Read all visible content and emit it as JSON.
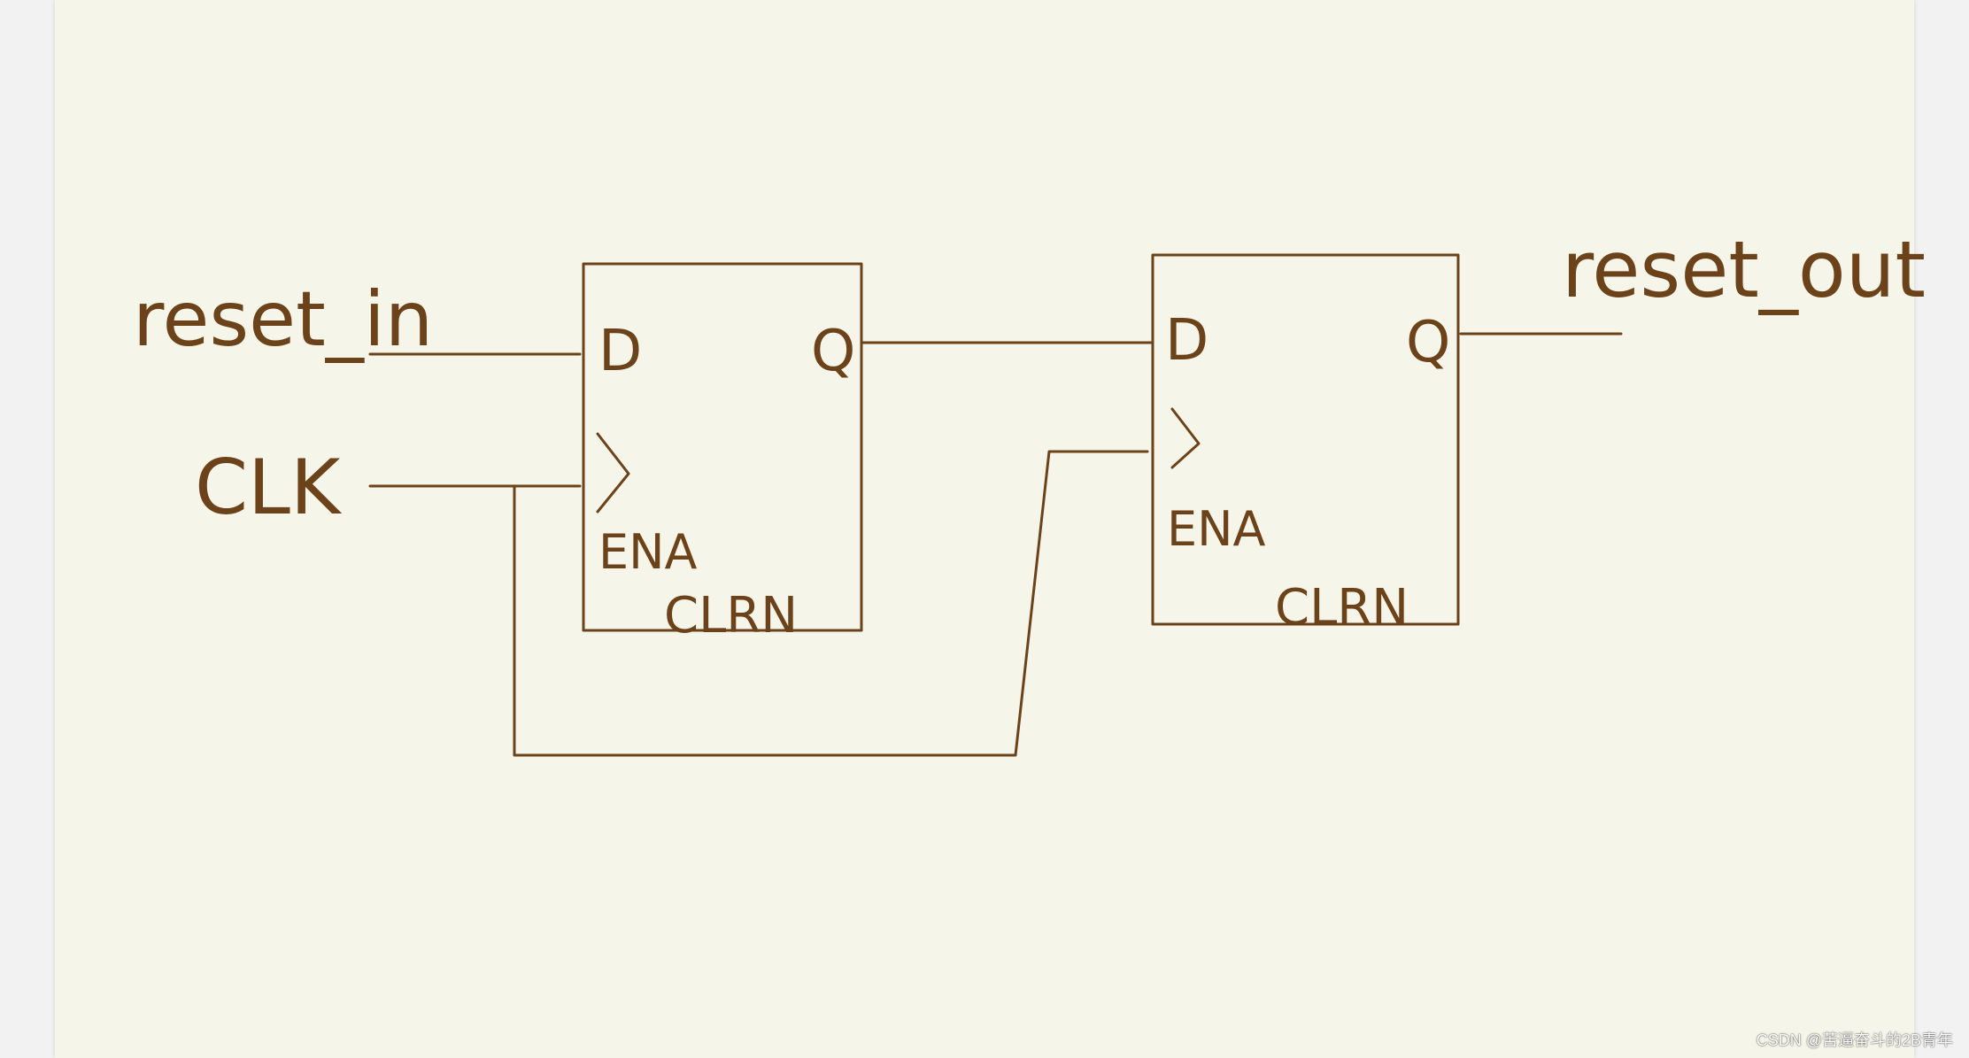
{
  "labels": {
    "input_reset": "reset_in",
    "input_clk": "CLK",
    "output_reset": "reset_out"
  },
  "flipflops": [
    {
      "d": "D",
      "q": "Q",
      "clk": ">",
      "ena": "ENA",
      "clrn": "CLRN"
    },
    {
      "d": "D",
      "q": "Q",
      "clk": ">",
      "ena": "ENA",
      "clrn": "CLRN"
    }
  ],
  "watermark": "CSDN @苦逼奋斗的2B青年",
  "colors": {
    "ink": "#6b4219",
    "paper": "#f6f5e9",
    "page_bg": "#f2f2f2"
  }
}
